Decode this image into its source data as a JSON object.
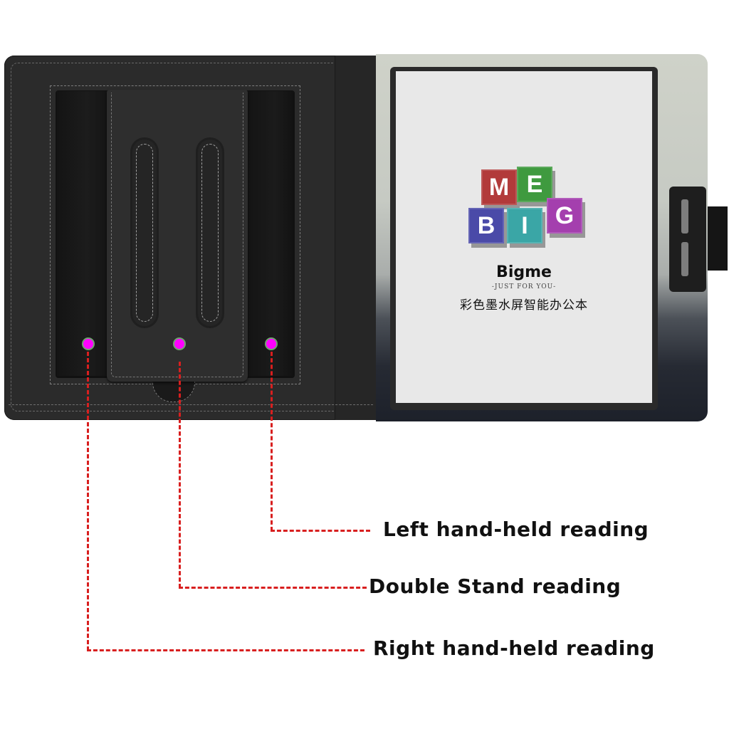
{
  "product": {
    "brand": "Bigme",
    "tagline": "-JUST FOR YOU-",
    "subtitle": "彩色墨水屏智能办公本",
    "logo_letters": [
      "M",
      "E",
      "B",
      "I",
      "G"
    ],
    "logo_colors": {
      "M": "#b23a3a",
      "E": "#3f9a3f",
      "B": "#4a4aa8",
      "I": "#3aa6a6",
      "G": "#a43fae"
    }
  },
  "callouts": [
    {
      "id": "left",
      "label": "Left hand-held reading"
    },
    {
      "id": "double",
      "label": "Double Stand reading"
    },
    {
      "id": "right",
      "label": "Right hand-held reading"
    }
  ],
  "colors": {
    "marker": "#ff00ff",
    "leader_line": "#d81f1f",
    "case": "#2b2b2b"
  }
}
